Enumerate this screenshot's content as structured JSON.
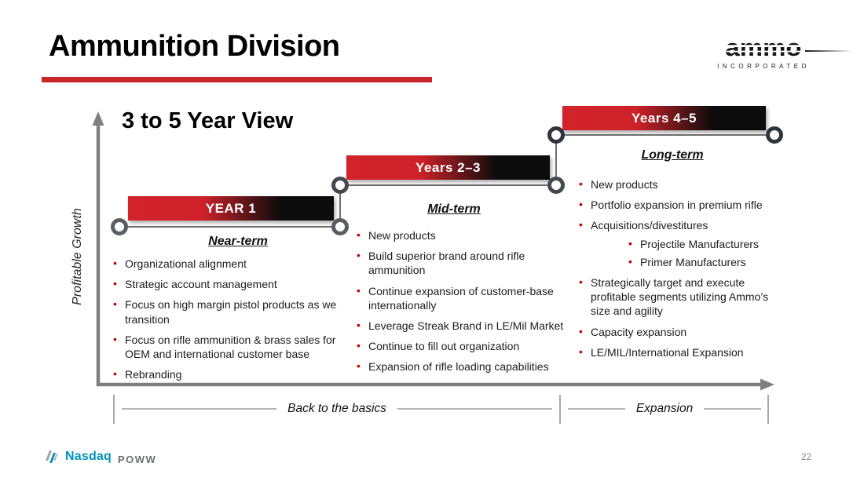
{
  "header": {
    "title": "Ammunition Division"
  },
  "brand": {
    "wordmark": "ammo",
    "sub_text": "INCORPORATED"
  },
  "chart": {
    "title": "3 to 5 Year View",
    "y_axis_label": "Profitable Growth",
    "phases": [
      {
        "bar_label": "YEAR 1",
        "heading": "Near-term",
        "bullets": [
          {
            "text": "Organizational alignment"
          },
          {
            "text": "Strategic account management"
          },
          {
            "text": "Focus on high margin pistol products as we transition"
          },
          {
            "text": "Focus on rifle ammunition & brass sales for OEM and international customer base"
          },
          {
            "text": "Rebranding"
          }
        ]
      },
      {
        "bar_label": "Years 2–3",
        "heading": "Mid-term",
        "bullets": [
          {
            "text": "New products"
          },
          {
            "text": "Build superior brand around rifle ammunition"
          },
          {
            "text": "Continue expansion of customer-base internationally"
          },
          {
            "text": "Leverage Streak Brand in LE/Mil Market"
          },
          {
            "text": "Continue to fill out organization"
          },
          {
            "text": "Expansion of rifle loading capabilities"
          }
        ]
      },
      {
        "bar_label": "Years 4–5",
        "heading": "Long-term",
        "bullets": [
          {
            "text": "New products"
          },
          {
            "text": "Portfolio expansion in premium rifle"
          },
          {
            "text": "Acquisitions/divestitures",
            "sub": [
              "Projectile Manufacturers",
              "Primer Manufacturers"
            ]
          },
          {
            "text": "Strategically target and execute profitable segments utilizing Ammo’s size and agility"
          },
          {
            "text": "Capacity expansion"
          },
          {
            "text": "LE/MIL/International Expansion"
          }
        ]
      }
    ],
    "x_axis_segments": [
      {
        "label": "Back to the basics"
      },
      {
        "label": "Expansion"
      }
    ]
  },
  "footer": {
    "exchange": "Nasdaq",
    "ticker": "POWW",
    "page_number": "22"
  },
  "colors": {
    "accent_red": "#C9252D",
    "bar_gradient_red": "#D2232A",
    "bar_gradient_black": "#0C0C0C",
    "bullet_red": "#C00000",
    "axis_gray": "#7F7F7F",
    "nasdaq_blue": "#0092BC"
  }
}
